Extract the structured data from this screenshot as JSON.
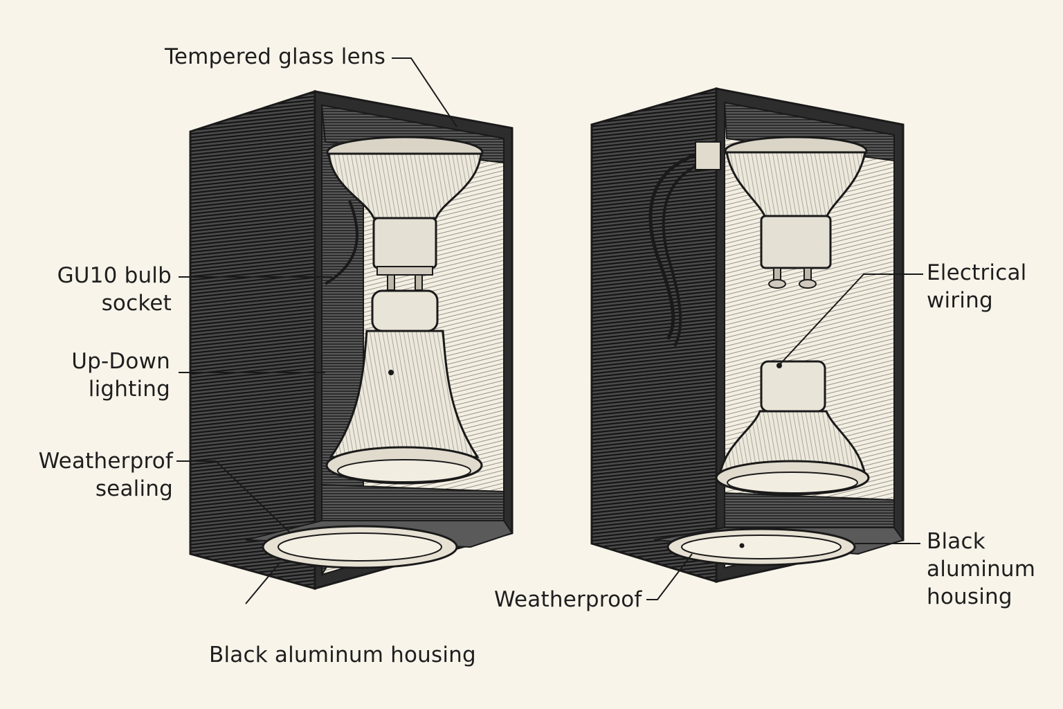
{
  "labels": {
    "tempered_glass_lens": "Tempered glass lens",
    "gu10_bulb_socket": "GU10 bulb\nsocket",
    "up_down_lighting": "Up-Down\nlighting",
    "weatherproof_sealing": "Weatherprof\nsealing",
    "black_aluminum_housing_left": "Black aluminum housing",
    "electrical_wiring": "Electrical\nwiring",
    "black_aluminum_housing_right": "Black\naluminum\nhousing",
    "weatherproof": "Weatherproof"
  },
  "colors": {
    "background": "#f8f4ea",
    "housing_dark": "#3a3a3a",
    "ink": "#1e1e1e",
    "interior_light": "#f4efe3",
    "bulb_fill": "#ece8dc"
  }
}
